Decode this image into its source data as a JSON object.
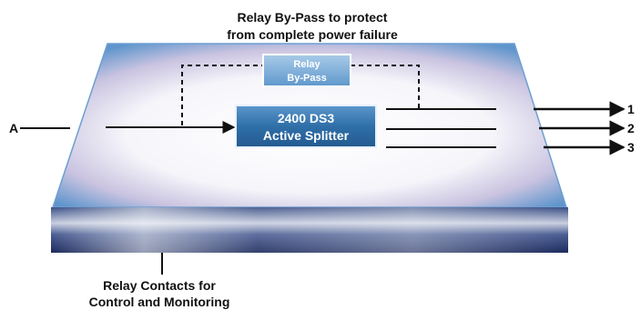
{
  "title": {
    "line1": "Relay By-Pass to protect",
    "line2": "from complete power failure"
  },
  "input_label": "A",
  "relay_box": {
    "line1": "Relay",
    "line2": "By-Pass"
  },
  "splitter_box": {
    "line1": "2400 DS3",
    "line2": "Active Splitter"
  },
  "outputs": [
    "1",
    "2",
    "3"
  ],
  "bottom_label": {
    "line1": "Relay Contacts for",
    "line2": "Control and Monitoring"
  },
  "colors": {
    "box_blue": "#2f6fa8",
    "box_blue_light": "#7fb1db",
    "chassis_dark": "#1f2f63",
    "chassis_light": "#e8ecf4",
    "top_edge": "#5a96cf",
    "arrow": "#111111"
  }
}
